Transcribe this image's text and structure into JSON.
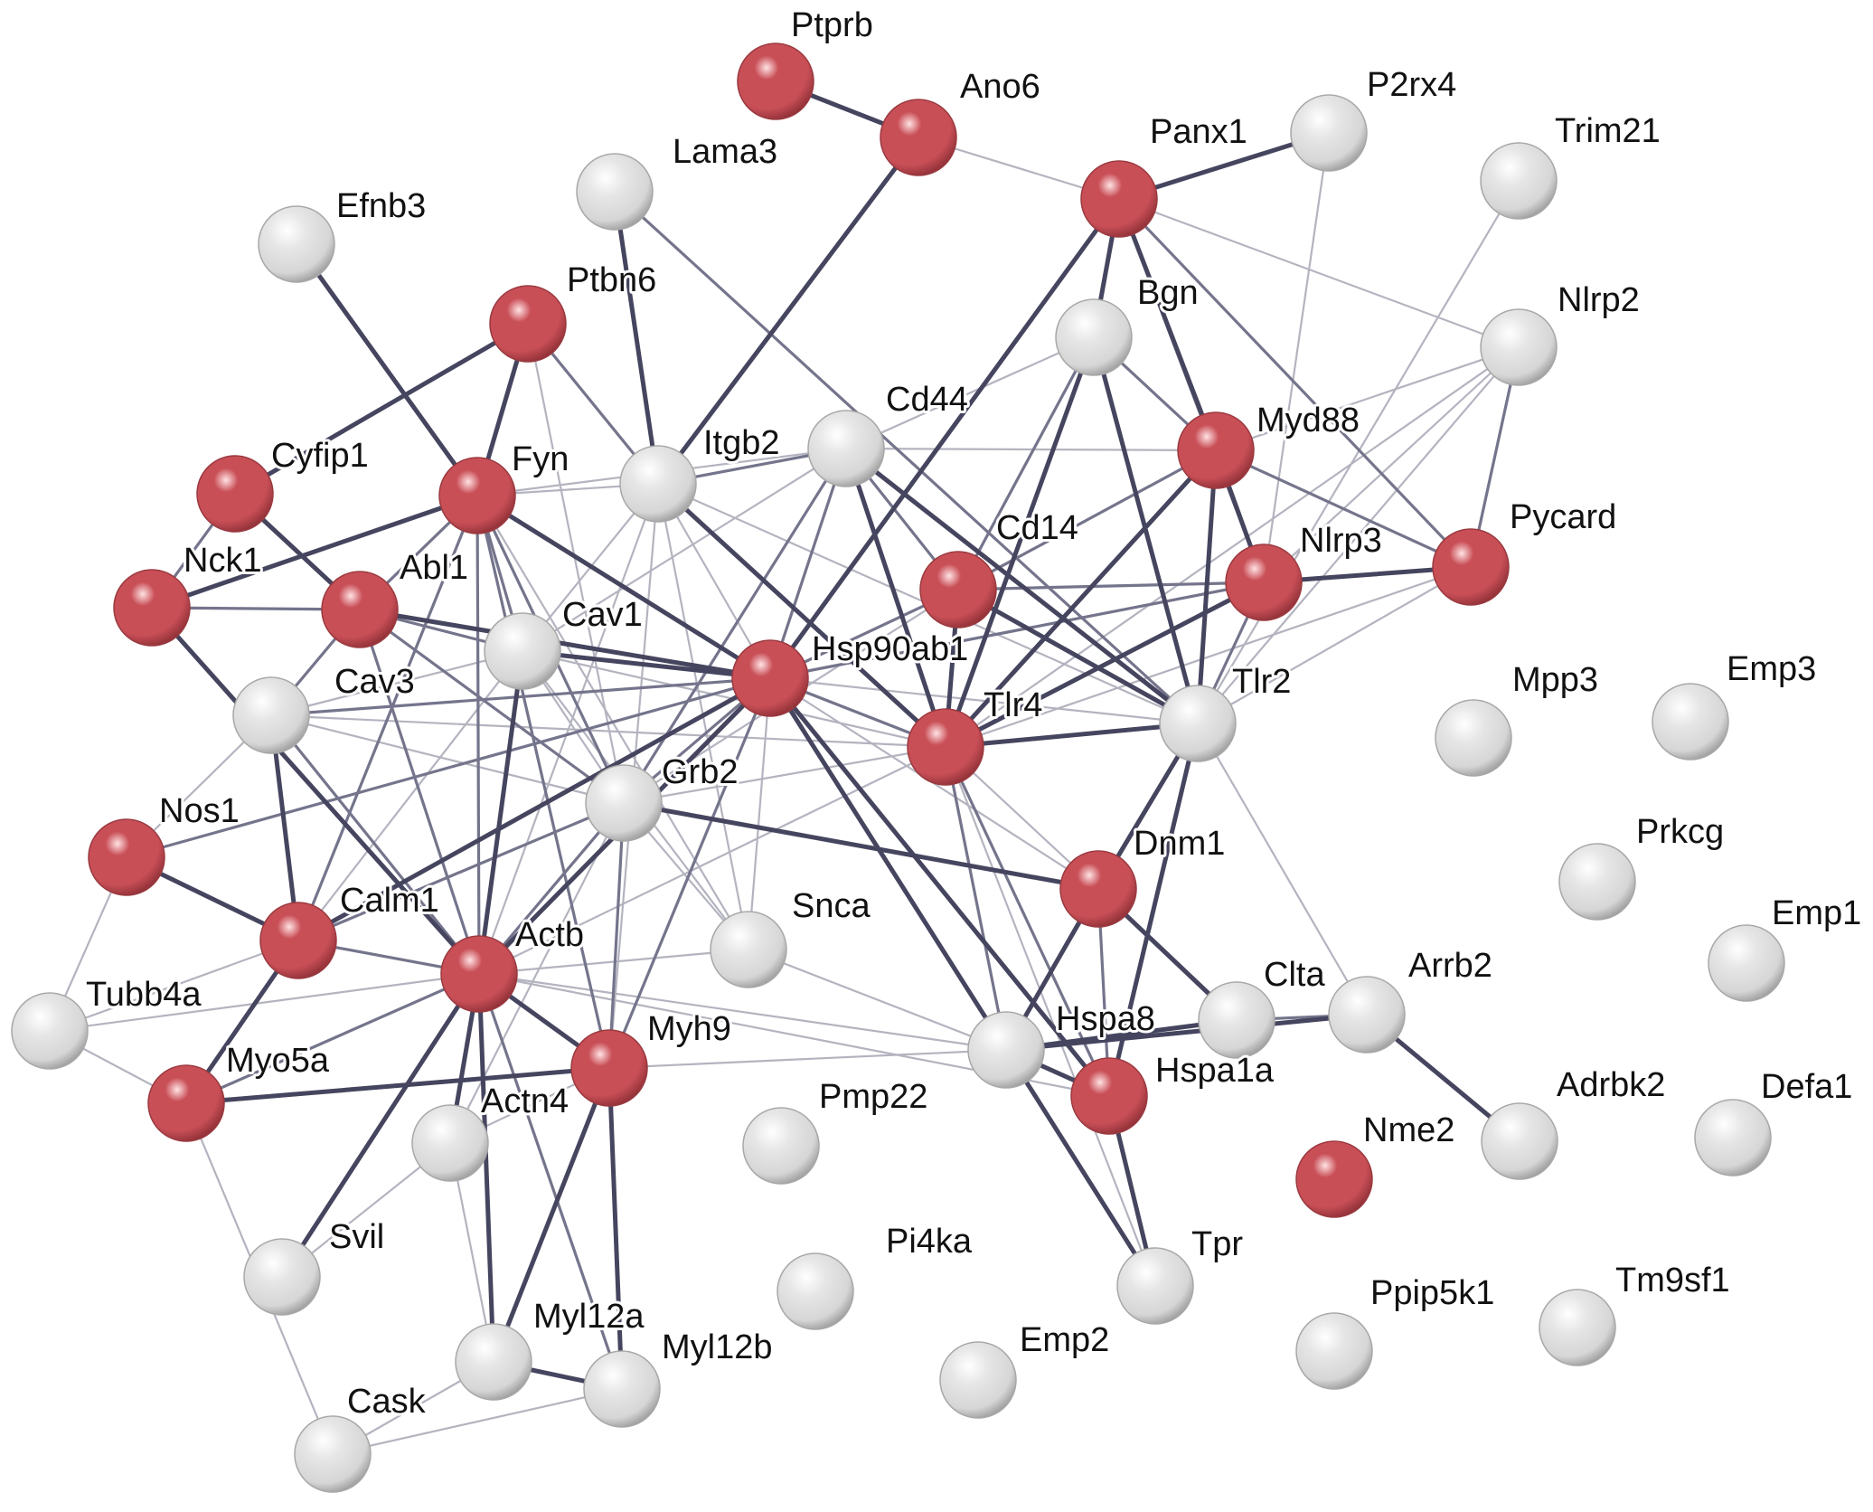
{
  "colors": {
    "highlighted": "#c94f57",
    "default": "#d6d6d6",
    "edge_strong": "#45455f",
    "edge_medium": "#74748c",
    "edge_weak": "#b4b4c0"
  },
  "nodes": [
    {
      "id": "Ptprb",
      "label": "Ptprb",
      "highlighted": true
    },
    {
      "id": "Ano6",
      "label": "Ano6",
      "highlighted": true
    },
    {
      "id": "P2rx4",
      "label": "P2rx4",
      "highlighted": false
    },
    {
      "id": "Lama3",
      "label": "Lama3",
      "highlighted": false
    },
    {
      "id": "Panx1",
      "label": "Panx1",
      "highlighted": true
    },
    {
      "id": "Trim21",
      "label": "Trim21",
      "highlighted": false
    },
    {
      "id": "Efnb3",
      "label": "Efnb3",
      "highlighted": false
    },
    {
      "id": "Ptbn6",
      "label": "Ptbn6",
      "highlighted": true
    },
    {
      "id": "Bgn",
      "label": "Bgn",
      "highlighted": false
    },
    {
      "id": "Nlrp2",
      "label": "Nlrp2",
      "highlighted": false
    },
    {
      "id": "Cd44",
      "label": "Cd44",
      "highlighted": false
    },
    {
      "id": "Myd88",
      "label": "Myd88",
      "highlighted": true
    },
    {
      "id": "Cyfip1",
      "label": "Cyfip1",
      "highlighted": true
    },
    {
      "id": "Fyn",
      "label": "Fyn",
      "highlighted": true
    },
    {
      "id": "Itgb2",
      "label": "Itgb2",
      "highlighted": false
    },
    {
      "id": "Cd14",
      "label": "Cd14",
      "highlighted": true
    },
    {
      "id": "Pycard",
      "label": "Pycard",
      "highlighted": true
    },
    {
      "id": "Nck1",
      "label": "Nck1",
      "highlighted": true
    },
    {
      "id": "Abl1",
      "label": "Abl1",
      "highlighted": true
    },
    {
      "id": "Nlrp3",
      "label": "Nlrp3",
      "highlighted": true
    },
    {
      "id": "Cav1",
      "label": "Cav1",
      "highlighted": false
    },
    {
      "id": "Hsp90ab1",
      "label": "Hsp90ab1",
      "highlighted": true
    },
    {
      "id": "Cav3",
      "label": "Cav3",
      "highlighted": false
    },
    {
      "id": "Tlr4",
      "label": "Tlr4",
      "highlighted": true
    },
    {
      "id": "Tlr2",
      "label": "Tlr2",
      "highlighted": false
    },
    {
      "id": "Mpp3",
      "label": "Mpp3",
      "highlighted": false
    },
    {
      "id": "Emp3",
      "label": "Emp3",
      "highlighted": false
    },
    {
      "id": "Grb2",
      "label": "Grb2",
      "highlighted": false
    },
    {
      "id": "Nos1",
      "label": "Nos1",
      "highlighted": true
    },
    {
      "id": "Prkcg",
      "label": "Prkcg",
      "highlighted": false
    },
    {
      "id": "Dnm1",
      "label": "Dnm1",
      "highlighted": true
    },
    {
      "id": "Calm1",
      "label": "Calm1",
      "highlighted": true
    },
    {
      "id": "Snca",
      "label": "Snca",
      "highlighted": false
    },
    {
      "id": "Actb",
      "label": "Actb",
      "highlighted": true
    },
    {
      "id": "Emp1",
      "label": "Emp1",
      "highlighted": false
    },
    {
      "id": "Tubb4a",
      "label": "Tubb4a",
      "highlighted": false
    },
    {
      "id": "Clta",
      "label": "Clta",
      "highlighted": false
    },
    {
      "id": "Arrb2",
      "label": "Arrb2",
      "highlighted": false
    },
    {
      "id": "Hspa8",
      "label": "Hspa8",
      "highlighted": false
    },
    {
      "id": "Myh9",
      "label": "Myh9",
      "highlighted": true
    },
    {
      "id": "Myo5a",
      "label": "Myo5a",
      "highlighted": true
    },
    {
      "id": "Hspa1a",
      "label": "Hspa1a",
      "highlighted": true
    },
    {
      "id": "Actn4",
      "label": "Actn4",
      "highlighted": false
    },
    {
      "id": "Pmp22",
      "label": "Pmp22",
      "highlighted": false
    },
    {
      "id": "Adrbk2",
      "label": "Adrbk2",
      "highlighted": false
    },
    {
      "id": "Defa1",
      "label": "Defa1",
      "highlighted": false
    },
    {
      "id": "Nme2",
      "label": "Nme2",
      "highlighted": true
    },
    {
      "id": "Svil",
      "label": "Svil",
      "highlighted": false
    },
    {
      "id": "Pi4ka",
      "label": "Pi4ka",
      "highlighted": false
    },
    {
      "id": "Tpr",
      "label": "Tpr",
      "highlighted": false
    },
    {
      "id": "Ppip5k1",
      "label": "Ppip5k1",
      "highlighted": false
    },
    {
      "id": "Tm9sf1",
      "label": "Tm9sf1",
      "highlighted": false
    },
    {
      "id": "Myl12a",
      "label": "Myl12a",
      "highlighted": false
    },
    {
      "id": "Myl12b",
      "label": "Myl12b",
      "highlighted": false
    },
    {
      "id": "Emp2",
      "label": "Emp2",
      "highlighted": false
    },
    {
      "id": "Cask",
      "label": "Cask",
      "highlighted": false
    }
  ],
  "edges": [
    [
      "Ptprb",
      "Ano6",
      3
    ],
    [
      "Ano6",
      "Itgb2",
      3
    ],
    [
      "Ano6",
      "Panx1",
      1
    ],
    [
      "Lama3",
      "Itgb2",
      3
    ],
    [
      "Lama3",
      "Tlr2",
      2
    ],
    [
      "Panx1",
      "P2rx4",
      3
    ],
    [
      "Panx1",
      "Bgn",
      3
    ],
    [
      "Panx1",
      "Myd88",
      3
    ],
    [
      "Panx1",
      "Nlrp2",
      1
    ],
    [
      "Panx1",
      "Hsp90ab1",
      3
    ],
    [
      "Panx1",
      "Pycard",
      2
    ],
    [
      "Panx1",
      "Nlrp3",
      2
    ],
    [
      "P2rx4",
      "Nlrp3",
      1
    ],
    [
      "Trim21",
      "Tlr2",
      1
    ],
    [
      "Efnb3",
      "Fyn",
      3
    ],
    [
      "Ptbn6",
      "Cyfip1",
      3
    ],
    [
      "Ptbn6",
      "Fyn",
      3
    ],
    [
      "Ptbn6",
      "Itgb2",
      2
    ],
    [
      "Ptbn6",
      "Grb2",
      1
    ],
    [
      "Bgn",
      "Myd88",
      2
    ],
    [
      "Bgn",
      "Tlr4",
      3
    ],
    [
      "Bgn",
      "Tlr2",
      3
    ],
    [
      "Bgn",
      "Cd14",
      2
    ],
    [
      "Bgn",
      "Cd44",
      1
    ],
    [
      "Nlrp2",
      "Pycard",
      2
    ],
    [
      "Nlrp2",
      "Nlrp3",
      1
    ],
    [
      "Nlrp2",
      "Myd88",
      1
    ],
    [
      "Nlrp2",
      "Tlr2",
      1
    ],
    [
      "Nlrp2",
      "Tlr4",
      1
    ],
    [
      "Cd44",
      "Itgb2",
      2
    ],
    [
      "Cd44",
      "Cd14",
      2
    ],
    [
      "Cd44",
      "Myd88",
      1
    ],
    [
      "Cd44",
      "Tlr4",
      3
    ],
    [
      "Cd44",
      "Tlr2",
      3
    ],
    [
      "Cd44",
      "Hsp90ab1",
      2
    ],
    [
      "Cd44",
      "Fyn",
      1
    ],
    [
      "Cd44",
      "Grb2",
      2
    ],
    [
      "Cd44",
      "Cav1",
      1
    ],
    [
      "Myd88",
      "Tlr4",
      3
    ],
    [
      "Myd88",
      "Tlr2",
      3
    ],
    [
      "Myd88",
      "Nlrp3",
      3
    ],
    [
      "Myd88",
      "Pycard",
      2
    ],
    [
      "Myd88",
      "Cd14",
      2
    ],
    [
      "Cyfip1",
      "Abl1",
      3
    ],
    [
      "Cyfip1",
      "Nck1",
      2
    ],
    [
      "Fyn",
      "Nck1",
      3
    ],
    [
      "Fyn",
      "Abl1",
      2
    ],
    [
      "Fyn",
      "Cav1",
      2
    ],
    [
      "Fyn",
      "Hsp90ab1",
      3
    ],
    [
      "Fyn",
      "Itgb2",
      1
    ],
    [
      "Fyn",
      "Grb2",
      2
    ],
    [
      "Fyn",
      "Actb",
      2
    ],
    [
      "Fyn",
      "Myh9",
      2
    ],
    [
      "Fyn",
      "Calm1",
      2
    ],
    [
      "Fyn",
      "Snca",
      1
    ],
    [
      "Itgb2",
      "Tlr4",
      3
    ],
    [
      "Itgb2",
      "Cav1",
      1
    ],
    [
      "Itgb2",
      "Hsp90ab1",
      1
    ],
    [
      "Itgb2",
      "Snca",
      1
    ],
    [
      "Itgb2",
      "Actb",
      1
    ],
    [
      "Itgb2",
      "Myh9",
      1
    ],
    [
      "Itgb2",
      "Tlr2",
      1
    ],
    [
      "Cd14",
      "Tlr4",
      3
    ],
    [
      "Cd14",
      "Tlr2",
      3
    ],
    [
      "Cd14",
      "Hsp90ab1",
      2
    ],
    [
      "Cd14",
      "Grb2",
      1
    ],
    [
      "Pycard",
      "Nlrp3",
      3
    ],
    [
      "Pycard",
      "Tlr2",
      1
    ],
    [
      "Pycard",
      "Tlr4",
      1
    ],
    [
      "Nck1",
      "Abl1",
      2
    ],
    [
      "Nck1",
      "Actb",
      3
    ],
    [
      "Abl1",
      "Hsp90ab1",
      3
    ],
    [
      "Abl1",
      "Cav1",
      2
    ],
    [
      "Abl1",
      "Grb2",
      2
    ],
    [
      "Abl1",
      "Actb",
      2
    ],
    [
      "Nlrp3",
      "Tlr4",
      3
    ],
    [
      "Nlrp3",
      "Tlr2",
      2
    ],
    [
      "Nlrp3",
      "Hsp90ab1",
      2
    ],
    [
      "Nlrp3",
      "Cd14",
      2
    ],
    [
      "Cav1",
      "Hsp90ab1",
      3
    ],
    [
      "Cav1",
      "Actb",
      3
    ],
    [
      "Cav1",
      "Cav3",
      1
    ],
    [
      "Cav1",
      "Grb2",
      1
    ],
    [
      "Cav1",
      "Tlr4",
      1
    ],
    [
      "Cav1",
      "Calm1",
      1
    ],
    [
      "Cav1",
      "Snca",
      1
    ],
    [
      "Hsp90ab1",
      "Tlr4",
      2
    ],
    [
      "Hsp90ab1",
      "Tlr2",
      1
    ],
    [
      "Hsp90ab1",
      "Grb2",
      2
    ],
    [
      "Hsp90ab1",
      "Calm1",
      3
    ],
    [
      "Hsp90ab1",
      "Actb",
      3
    ],
    [
      "Hsp90ab1",
      "Hspa8",
      3
    ],
    [
      "Hsp90ab1",
      "Hspa1a",
      3
    ],
    [
      "Hsp90ab1",
      "Cav3",
      2
    ],
    [
      "Hsp90ab1",
      "Myh9",
      2
    ],
    [
      "Hsp90ab1",
      "Nos1",
      2
    ],
    [
      "Hsp90ab1",
      "Dnm1",
      1
    ],
    [
      "Hsp90ab1",
      "Snca",
      1
    ],
    [
      "Cav3",
      "Actb",
      2
    ],
    [
      "Cav3",
      "Calm1",
      3
    ],
    [
      "Cav3",
      "Nos1",
      1
    ],
    [
      "Cav3",
      "Grb2",
      1
    ],
    [
      "Cav3",
      "Tlr4",
      1
    ],
    [
      "Cav3",
      "Abl1",
      2
    ],
    [
      "Tlr4",
      "Tlr2",
      3
    ],
    [
      "Tlr4",
      "Hspa8",
      2
    ],
    [
      "Tlr4",
      "Hspa1a",
      2
    ],
    [
      "Tlr4",
      "Grb2",
      1
    ],
    [
      "Tlr4",
      "Dnm1",
      1
    ],
    [
      "Tlr4",
      "Actb",
      1
    ],
    [
      "Tlr4",
      "Tpr",
      1
    ],
    [
      "Tlr2",
      "Hspa1a",
      3
    ],
    [
      "Tlr2",
      "Dnm1",
      3
    ],
    [
      "Tlr2",
      "Arrb2",
      1
    ],
    [
      "Tlr2",
      "Hspa8",
      1
    ],
    [
      "Grb2",
      "Dnm1",
      3
    ],
    [
      "Grb2",
      "Actb",
      2
    ],
    [
      "Grb2",
      "Myh9",
      2
    ],
    [
      "Grb2",
      "Calm1",
      2
    ],
    [
      "Grb2",
      "Snca",
      1
    ],
    [
      "Grb2",
      "Actn4",
      1
    ],
    [
      "Nos1",
      "Calm1",
      3
    ],
    [
      "Nos1",
      "Tubb4a",
      1
    ],
    [
      "Dnm1",
      "Clta",
      3
    ],
    [
      "Dnm1",
      "Hspa8",
      3
    ],
    [
      "Dnm1",
      "Hspa1a",
      2
    ],
    [
      "Calm1",
      "Actb",
      2
    ],
    [
      "Calm1",
      "Myo5a",
      3
    ],
    [
      "Calm1",
      "Tubb4a",
      1
    ],
    [
      "Snca",
      "Actb",
      1
    ],
    [
      "Snca",
      "Hspa8",
      1
    ],
    [
      "Actb",
      "Myh9",
      3
    ],
    [
      "Actb",
      "Actn4",
      3
    ],
    [
      "Actb",
      "Myo5a",
      2
    ],
    [
      "Actb",
      "Myl12a",
      3
    ],
    [
      "Actb",
      "Myl12b",
      2
    ],
    [
      "Actb",
      "Svil",
      3
    ],
    [
      "Actb",
      "Hspa8",
      1
    ],
    [
      "Actb",
      "Hspa1a",
      1
    ],
    [
      "Actb",
      "Tubb4a",
      1
    ],
    [
      "Tubb4a",
      "Myo5a",
      1
    ],
    [
      "Clta",
      "Hspa8",
      3
    ],
    [
      "Clta",
      "Arrb2",
      2
    ],
    [
      "Hspa8",
      "Hspa1a",
      3
    ],
    [
      "Hspa8",
      "Arrb2",
      3
    ],
    [
      "Hspa8",
      "Tpr",
      3
    ],
    [
      "Hspa8",
      "Myh9",
      1
    ],
    [
      "Hspa1a",
      "Tpr",
      3
    ],
    [
      "Myh9",
      "Myo5a",
      3
    ],
    [
      "Myh9",
      "Myl12a",
      3
    ],
    [
      "Myh9",
      "Myl12b",
      3
    ],
    [
      "Myh9",
      "Actn4",
      1
    ],
    [
      "Myo5a",
      "Cask",
      1
    ],
    [
      "Actn4",
      "Svil",
      1
    ],
    [
      "Actn4",
      "Myl12a",
      1
    ],
    [
      "Arrb2",
      "Adrbk2",
      3
    ],
    [
      "Myl12a",
      "Myl12b",
      3
    ],
    [
      "Myl12a",
      "Cask",
      1
    ],
    [
      "Myl12b",
      "Cask",
      1
    ]
  ]
}
